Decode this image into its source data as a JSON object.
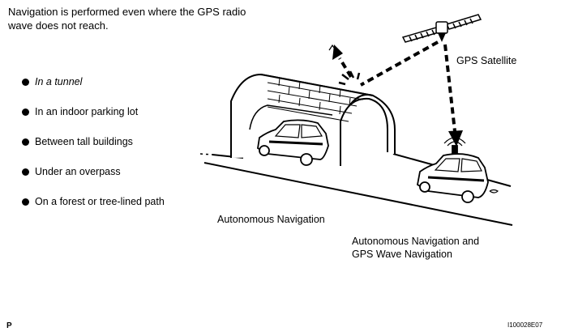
{
  "intro_text": "Navigation is performed even where the GPS radio wave does not reach.",
  "conditions": [
    {
      "label": "In a tunnel"
    },
    {
      "label": "In an indoor parking lot"
    },
    {
      "label": "Between tall buildings"
    },
    {
      "label": "Under an overpass"
    },
    {
      "label": "On a forest or tree-lined path"
    }
  ],
  "labels": {
    "gps_satellite": "GPS Satellite",
    "autonomous_navigation": "Autonomous Navigation",
    "autonomous_gps_line1": "Autonomous Navigation and",
    "autonomous_gps_line2": "GPS Wave Navigation"
  },
  "footer": {
    "left_code": "P",
    "figure_id": "I100028E07"
  }
}
